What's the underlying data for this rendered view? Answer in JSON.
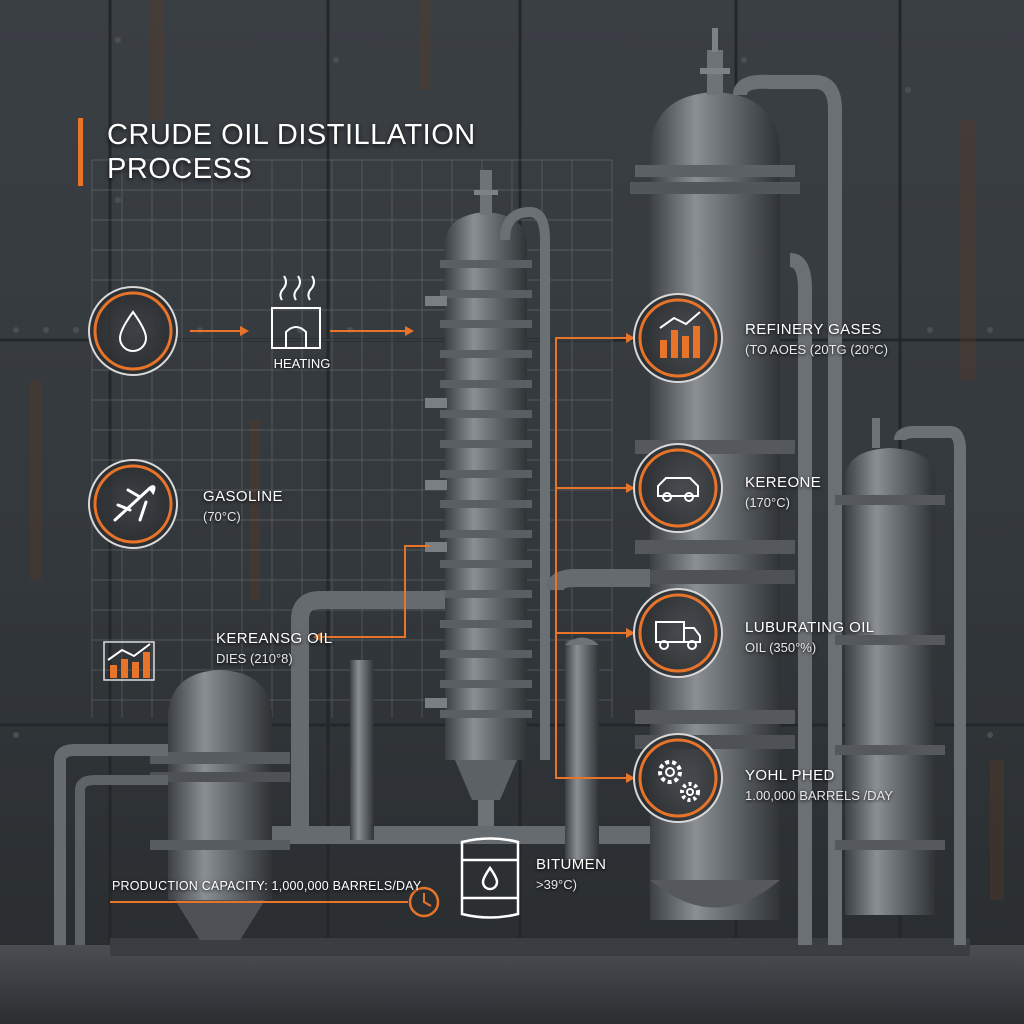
{
  "title": "CRUDE OIL DISTILLATION PROCESS",
  "accent_color": "#e8742a",
  "heating": {
    "label": "HEATING",
    "icon": "furnace-icon"
  },
  "crude_input": {
    "icon": "oil-drop-icon"
  },
  "left_products": [
    {
      "name": "GASOLINE",
      "detail": "(70°C)",
      "icon": "airplane-icon"
    },
    {
      "name": "KEREANSG OIL",
      "detail": "DIES (210°8)",
      "icon": "bar-chart-icon"
    }
  ],
  "right_products": [
    {
      "name": "REFINERY GASES",
      "detail": "(TO AOES (20TG (20°C)",
      "icon": "bar-chart-icon"
    },
    {
      "name": "KEREONE",
      "detail": "(170°C)",
      "icon": "car-icon"
    },
    {
      "name": "LUBURATING OIL",
      "detail": "OIL (350°%)",
      "icon": "truck-icon"
    },
    {
      "name": "YOHL PHED",
      "detail": "1.00,000 BARRELS /DAY",
      "icon": "gears-icon"
    }
  ],
  "bottom_product": {
    "name": "BITUMEN",
    "detail": ">39°C)",
    "icon": "barrel-icon"
  },
  "production_capacity": {
    "text": "PRODUCTION CAPACITY: 1,000,000 BARRELS/DAY",
    "icon": "clock-icon"
  }
}
